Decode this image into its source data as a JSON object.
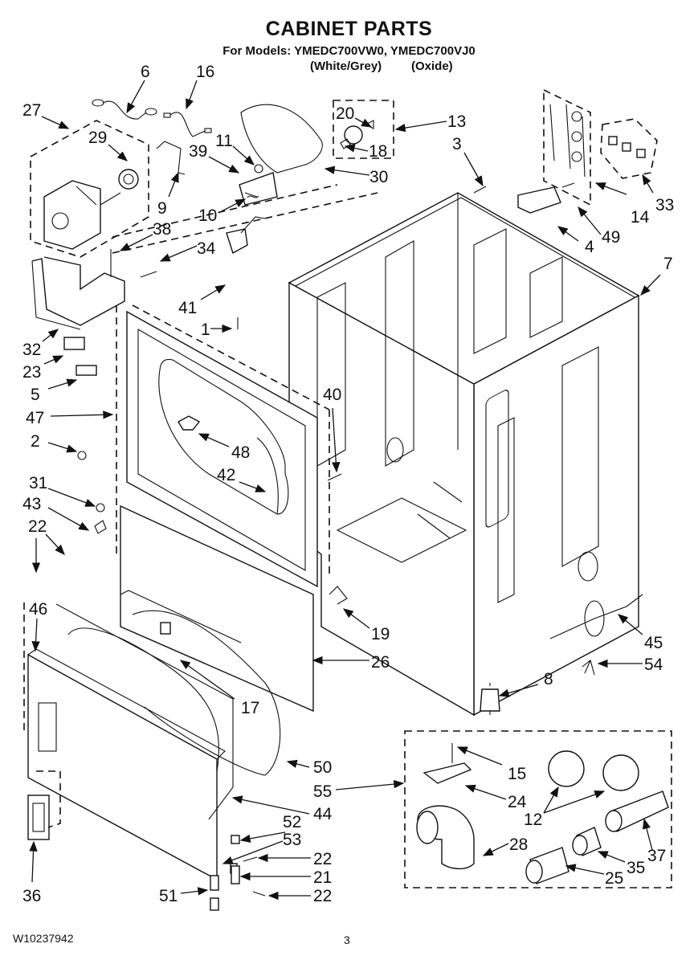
{
  "header": {
    "title": "CABINET PARTS",
    "models": "For Models: YMEDC700VW0, YMEDC700VJ0",
    "variant_1": "(White/Grey)",
    "variant_2": "(Oxide)"
  },
  "footer": {
    "document_code": "W10237942",
    "page_number": "3"
  },
  "callouts": [
    {
      "id": "c6",
      "label": "6"
    },
    {
      "id": "c16",
      "label": "16"
    },
    {
      "id": "c27",
      "label": "27"
    },
    {
      "id": "c29",
      "label": "29"
    },
    {
      "id": "c11",
      "label": "11"
    },
    {
      "id": "c39",
      "label": "39"
    },
    {
      "id": "c9",
      "label": "9"
    },
    {
      "id": "c10",
      "label": "10"
    },
    {
      "id": "c38",
      "label": "38"
    },
    {
      "id": "c34",
      "label": "34"
    },
    {
      "id": "c20",
      "label": "20"
    },
    {
      "id": "c18",
      "label": "18"
    },
    {
      "id": "c13",
      "label": "13"
    },
    {
      "id": "c30",
      "label": "30"
    },
    {
      "id": "c3",
      "label": "3"
    },
    {
      "id": "c14",
      "label": "14"
    },
    {
      "id": "c33",
      "label": "33"
    },
    {
      "id": "c49",
      "label": "49"
    },
    {
      "id": "c4",
      "label": "4"
    },
    {
      "id": "c7",
      "label": "7"
    },
    {
      "id": "c41",
      "label": "41"
    },
    {
      "id": "c1",
      "label": "1"
    },
    {
      "id": "c32",
      "label": "32"
    },
    {
      "id": "c23",
      "label": "23"
    },
    {
      "id": "c5",
      "label": "5"
    },
    {
      "id": "c47",
      "label": "47"
    },
    {
      "id": "c2",
      "label": "2"
    },
    {
      "id": "c40",
      "label": "40"
    },
    {
      "id": "c48",
      "label": "48"
    },
    {
      "id": "c42",
      "label": "42"
    },
    {
      "id": "c31",
      "label": "31"
    },
    {
      "id": "c43",
      "label": "43"
    },
    {
      "id": "c22a",
      "label": "22"
    },
    {
      "id": "c46",
      "label": "46"
    },
    {
      "id": "c19",
      "label": "19"
    },
    {
      "id": "c26",
      "label": "26"
    },
    {
      "id": "c45",
      "label": "45"
    },
    {
      "id": "c54",
      "label": "54"
    },
    {
      "id": "c17",
      "label": "17"
    },
    {
      "id": "c8",
      "label": "8"
    },
    {
      "id": "c50",
      "label": "50"
    },
    {
      "id": "c55",
      "label": "55"
    },
    {
      "id": "c15",
      "label": "15"
    },
    {
      "id": "c24",
      "label": "24"
    },
    {
      "id": "c12",
      "label": "12"
    },
    {
      "id": "c44",
      "label": "44"
    },
    {
      "id": "c52",
      "label": "52"
    },
    {
      "id": "c53",
      "label": "53"
    },
    {
      "id": "c28",
      "label": "28"
    },
    {
      "id": "c37",
      "label": "37"
    },
    {
      "id": "c35",
      "label": "35"
    },
    {
      "id": "c22b",
      "label": "22"
    },
    {
      "id": "c21",
      "label": "21"
    },
    {
      "id": "c25",
      "label": "25"
    },
    {
      "id": "c36",
      "label": "36"
    },
    {
      "id": "c51",
      "label": "51"
    },
    {
      "id": "c22c",
      "label": "22"
    }
  ]
}
